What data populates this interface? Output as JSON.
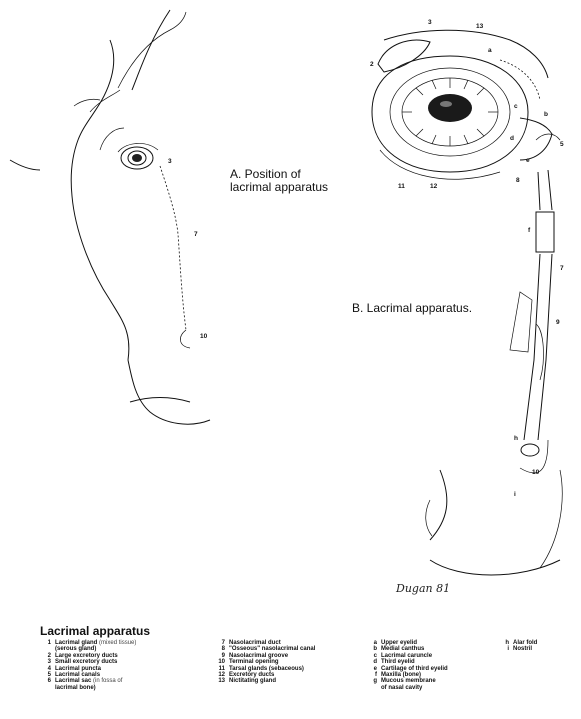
{
  "captions": {
    "a": "A. Position of lacrimal apparatus",
    "b": "B. Lacrimal apparatus."
  },
  "signature": "Dugan 81",
  "figure_labels_a": [
    "3",
    "7",
    "10"
  ],
  "figure_labels_b": [
    "2",
    "3",
    "13",
    "a",
    "c",
    "b",
    "d",
    "e",
    "5",
    "8",
    "11",
    "12",
    "f",
    "7",
    "9",
    "10",
    "h",
    "i"
  ],
  "legend": {
    "title": "Lacrimal apparatus",
    "col1": [
      {
        "key": "1",
        "text": "Lacrimal gland",
        "sub": "(mixed tissue)",
        "cont": "(serous gland)"
      },
      {
        "key": "2",
        "text": "Large excretory ducts"
      },
      {
        "key": "3",
        "text": "Small excretory ducts"
      },
      {
        "key": "4",
        "text": "Lacrimal puncta"
      },
      {
        "key": "5",
        "text": "Lacrimal canals"
      },
      {
        "key": "6",
        "text": "Lacrimal sac",
        "sub": "(in fossa of",
        "cont": "lacrimal bone)"
      }
    ],
    "col2": [
      {
        "key": "7",
        "text": "Nasolacrimal duct"
      },
      {
        "key": "8",
        "text": "\"Osseous\" nasolacrimal canal"
      },
      {
        "key": "9",
        "text": "Nasolacrimal groove"
      },
      {
        "key": "10",
        "text": "Terminal opening"
      },
      {
        "key": "11",
        "text": "Tarsal glands (sebaceous)"
      },
      {
        "key": "12",
        "text": "Excretory ducts"
      },
      {
        "key": "13",
        "text": "Nictitating gland"
      }
    ],
    "col3": [
      {
        "key": "a",
        "text": "Upper eyelid"
      },
      {
        "key": "b",
        "text": "Medial canthus"
      },
      {
        "key": "c",
        "text": "Lacrimal caruncle"
      },
      {
        "key": "d",
        "text": "Third eyelid"
      },
      {
        "key": "e",
        "text": "Cartilage of third eyelid"
      },
      {
        "key": "f",
        "text": "Maxilla (bone)"
      },
      {
        "key": "g",
        "text": "Mucous membrane",
        "cont": "of nasal cavity"
      }
    ],
    "col4": [
      {
        "key": "h",
        "text": "Alar fold"
      },
      {
        "key": "i",
        "text": "Nostril"
      }
    ]
  }
}
